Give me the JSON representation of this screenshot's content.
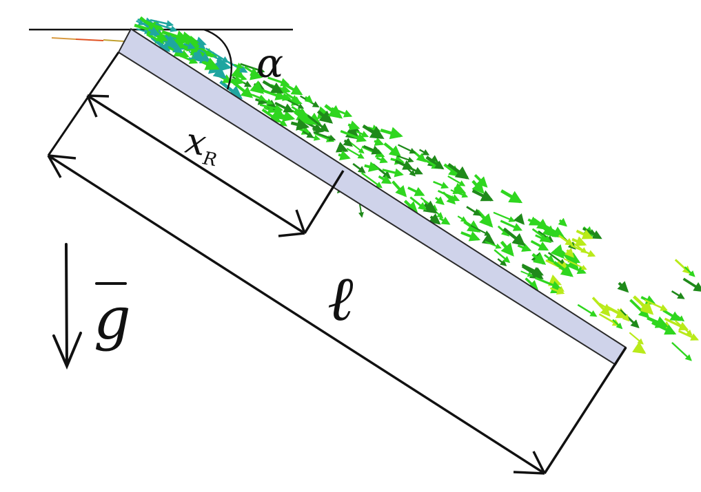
{
  "labels": {
    "angle": "α",
    "reattachment": "x",
    "reattachment_sub": "R",
    "length": "ℓ",
    "gravity": "g"
  },
  "colors": {
    "plate_fill": "#cfd3ea",
    "plate_stroke": "#2a2a2a",
    "ink": "#111111",
    "vector_green": "#2fd61f",
    "vector_dark": "#1f8a1a",
    "vector_yellow": "#b9ea1a",
    "vector_teal": "#1fa6a0",
    "vector_red": "#e05020"
  },
  "icons": {
    "gravity_arrow": "down-arrow-icon"
  }
}
